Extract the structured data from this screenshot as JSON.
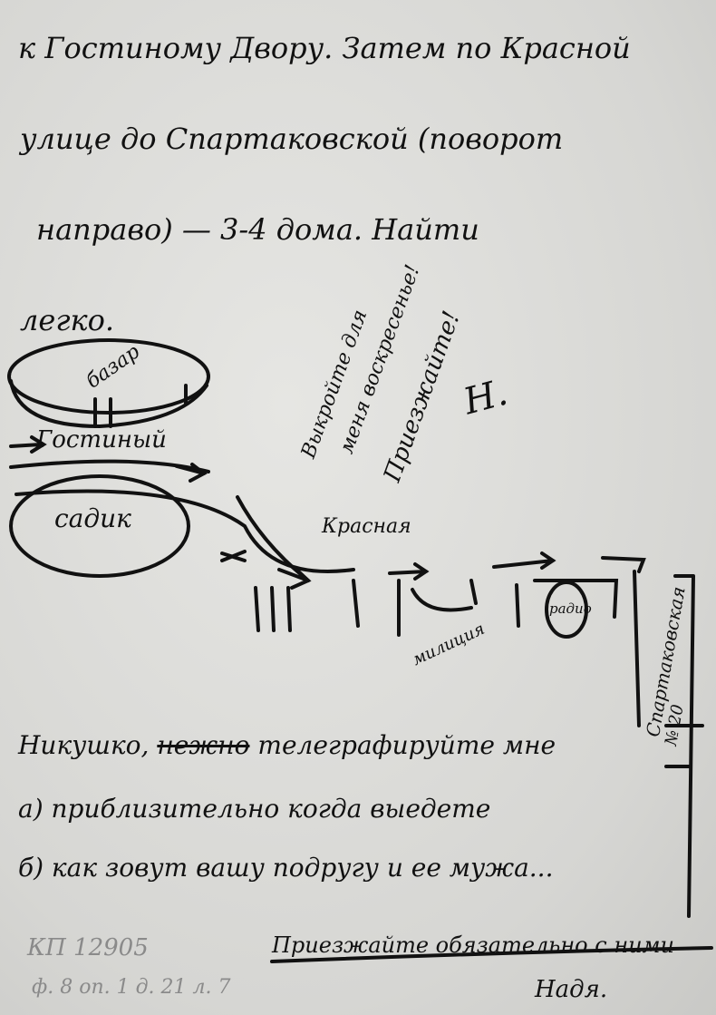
{
  "letter": {
    "lines": [
      "к Гостиному Двору. Затем по Красной",
      "улице до Спартаковской (поворот",
      "направо) — 3-4 дома. Найти",
      "легко."
    ],
    "map": {
      "bazaar": "базар",
      "gostiny": "Гостиный",
      "garden": "садик",
      "street_krasnaya": "Красная",
      "police": "милиция",
      "radio": "радио",
      "street_spartakovskaya": "Спартаковская",
      "house_number": "№ 20"
    },
    "margin_note": [
      "Выкройте для",
      "меня воскресенье!",
      "Приезжайте!",
      "Н."
    ],
    "request": {
      "greeting": "Никушко,",
      "struck_word": "нежно",
      "greeting_rest": "телеграфируйте мне",
      "item_a": "а) приблизительно когда выедете",
      "item_b": "б) как зовут вашу подругу и ее мужа..."
    },
    "closing": "Приезжайте обязательно с ними",
    "signature": "Надя."
  },
  "archive_stamp": {
    "line1": "КП 12905",
    "line2": "ф. 8 оп. 1 д. 21 л. 7"
  }
}
